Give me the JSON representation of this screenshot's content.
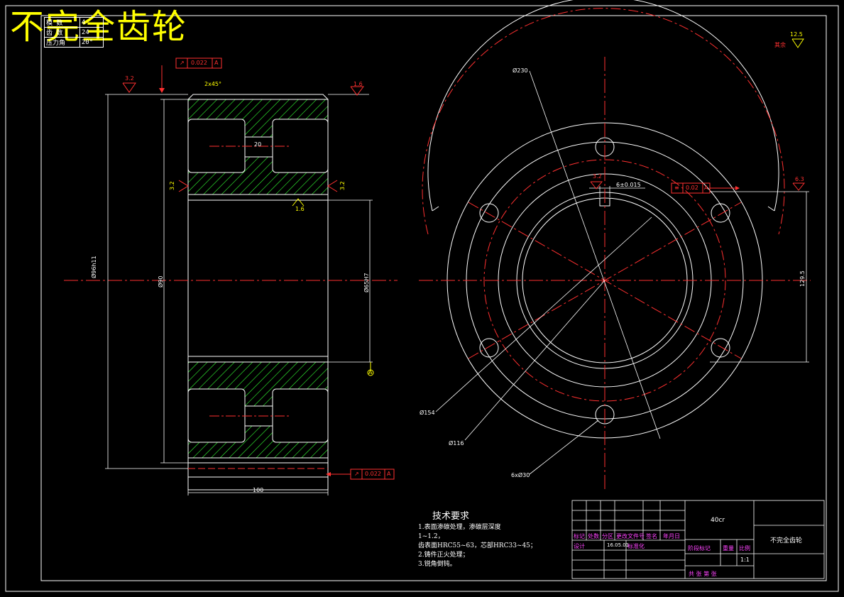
{
  "title": "不完全齿轮",
  "params": {
    "rows": [
      {
        "label": "模  数",
        "value": "4"
      },
      {
        "label": "齿  数",
        "value": "24"
      },
      {
        "label": "压力角",
        "value": "20°"
      }
    ]
  },
  "roughness_other": {
    "label": "其余",
    "value": "12.5"
  },
  "section_view": {
    "chamfer": "2x45°",
    "dim_width": "100",
    "dim_web": "20",
    "dim_od": "Ø96h11",
    "dim_mid": "Ø90",
    "dim_bore": "Ø65H7",
    "rough_top_left": "3.2",
    "rough_top_right": "1.6",
    "rough_mid": "1.6",
    "rough_left": "3.2",
    "rough_right": "3.2",
    "tol_top": {
      "symbol": "↗",
      "value": "0.022",
      "datum": "A"
    },
    "tol_bottom": {
      "symbol": "↗",
      "value": "0.022",
      "datum": "A"
    },
    "datum": "A"
  },
  "end_view": {
    "d230": "Ø230",
    "d154": "Ø154",
    "d116": "Ø116",
    "holes": "6xØ30",
    "keyway": "6±0.015",
    "sym_tol": {
      "symbol": "≡",
      "value": "0.02",
      "datum": "A"
    },
    "rough_key": "3.2",
    "rough_right": "6.3",
    "dim_key_depth": "129.5"
  },
  "tech_req": {
    "title": "技术要求",
    "lines": [
      "1.表面渗碳处理，渗碳层深度",
      "1~1.2，",
      "齿表面HRC55~63，芯部HRC33~45；",
      "2.铸件正火处理；",
      "3.锐角倒钝。"
    ]
  },
  "title_block": {
    "material": "40cr",
    "part_name": "不完全齿轮",
    "labels": {
      "mark": "标记",
      "zone": "处数",
      "zone2": "分区",
      "doc": "更改文件号",
      "sign": "签名",
      "date": "年月日",
      "design": "设计",
      "standard": "标准化",
      "stage": "阶段标记",
      "weight": "重量",
      "scale": "比例",
      "sheet": "共    张  第    张"
    },
    "scale": "1:1",
    "date_value": "16.05.01"
  }
}
